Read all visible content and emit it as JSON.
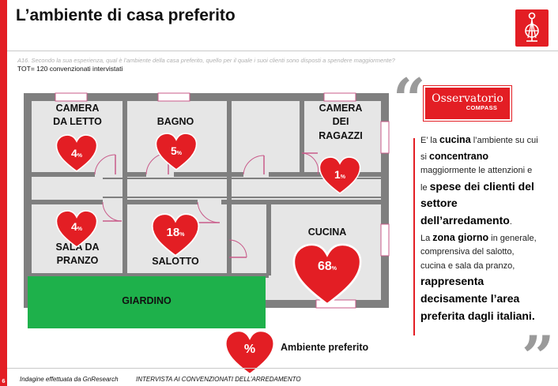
{
  "title": "L’ambiente di casa preferito",
  "question": "A16. Secondo la sua esperienza, qual è l’ambiente della casa preferito, quello per il quale i suoi clienti sono disposti a spendere maggiormente?",
  "tot": "TOT= 120 convenzionati intervistati",
  "colors": {
    "brand": "#e31e24",
    "garden": "#1eb14b",
    "wall": "#7f7f7f",
    "floor": "#e6e6e6"
  },
  "rooms": {
    "camera_letto": {
      "label": "CAMERA\nDA LETTO",
      "value": "4",
      "unit": "%"
    },
    "bagno": {
      "label": "BAGNO",
      "value": "5",
      "unit": "%"
    },
    "camera_ragazzi": {
      "label": "CAMERA\nDEI\nRAGAZZI",
      "value": "1",
      "unit": "%"
    },
    "sala_pranzo": {
      "label": "SALA DA\nPRANZO",
      "value": "4",
      "unit": "%"
    },
    "salotto": {
      "label": "SALOTTO",
      "value": "18",
      "unit": "%"
    },
    "cucina": {
      "label": "CUCINA",
      "value": "68",
      "unit": "%"
    },
    "giardino": {
      "label": "GIARDINO"
    }
  },
  "legend": {
    "symbol": "%",
    "label": "Ambiente preferito"
  },
  "osservatorio": {
    "line1": "Osservatorio",
    "line2": "COMPASS"
  },
  "commentary": {
    "p1_a": "E’ la ",
    "p1_b": "cucina",
    "p1_c": " l’ambiente su cui si ",
    "p1_d": "concentrano",
    "p1_e": " maggiormente le attenzioni e le ",
    "p1_f": "spese dei clienti del settore dell’arredamento",
    "p1_g": ".",
    "p2_a": "La ",
    "p2_b": "zona giorno",
    "p2_c": " in generale, comprensiva del salotto, cucina e sala da pranzo, ",
    "p2_d": "rappresenta decisamente l’area preferita dagli italiani."
  },
  "quotes": {
    "open": "“",
    "close": "”"
  },
  "footer": {
    "page": "6",
    "source": "Indagine effettuata da GnResearch",
    "survey": "INTERVISTA AI CONVENZIONATI DELL’ARREDAMENTO"
  }
}
